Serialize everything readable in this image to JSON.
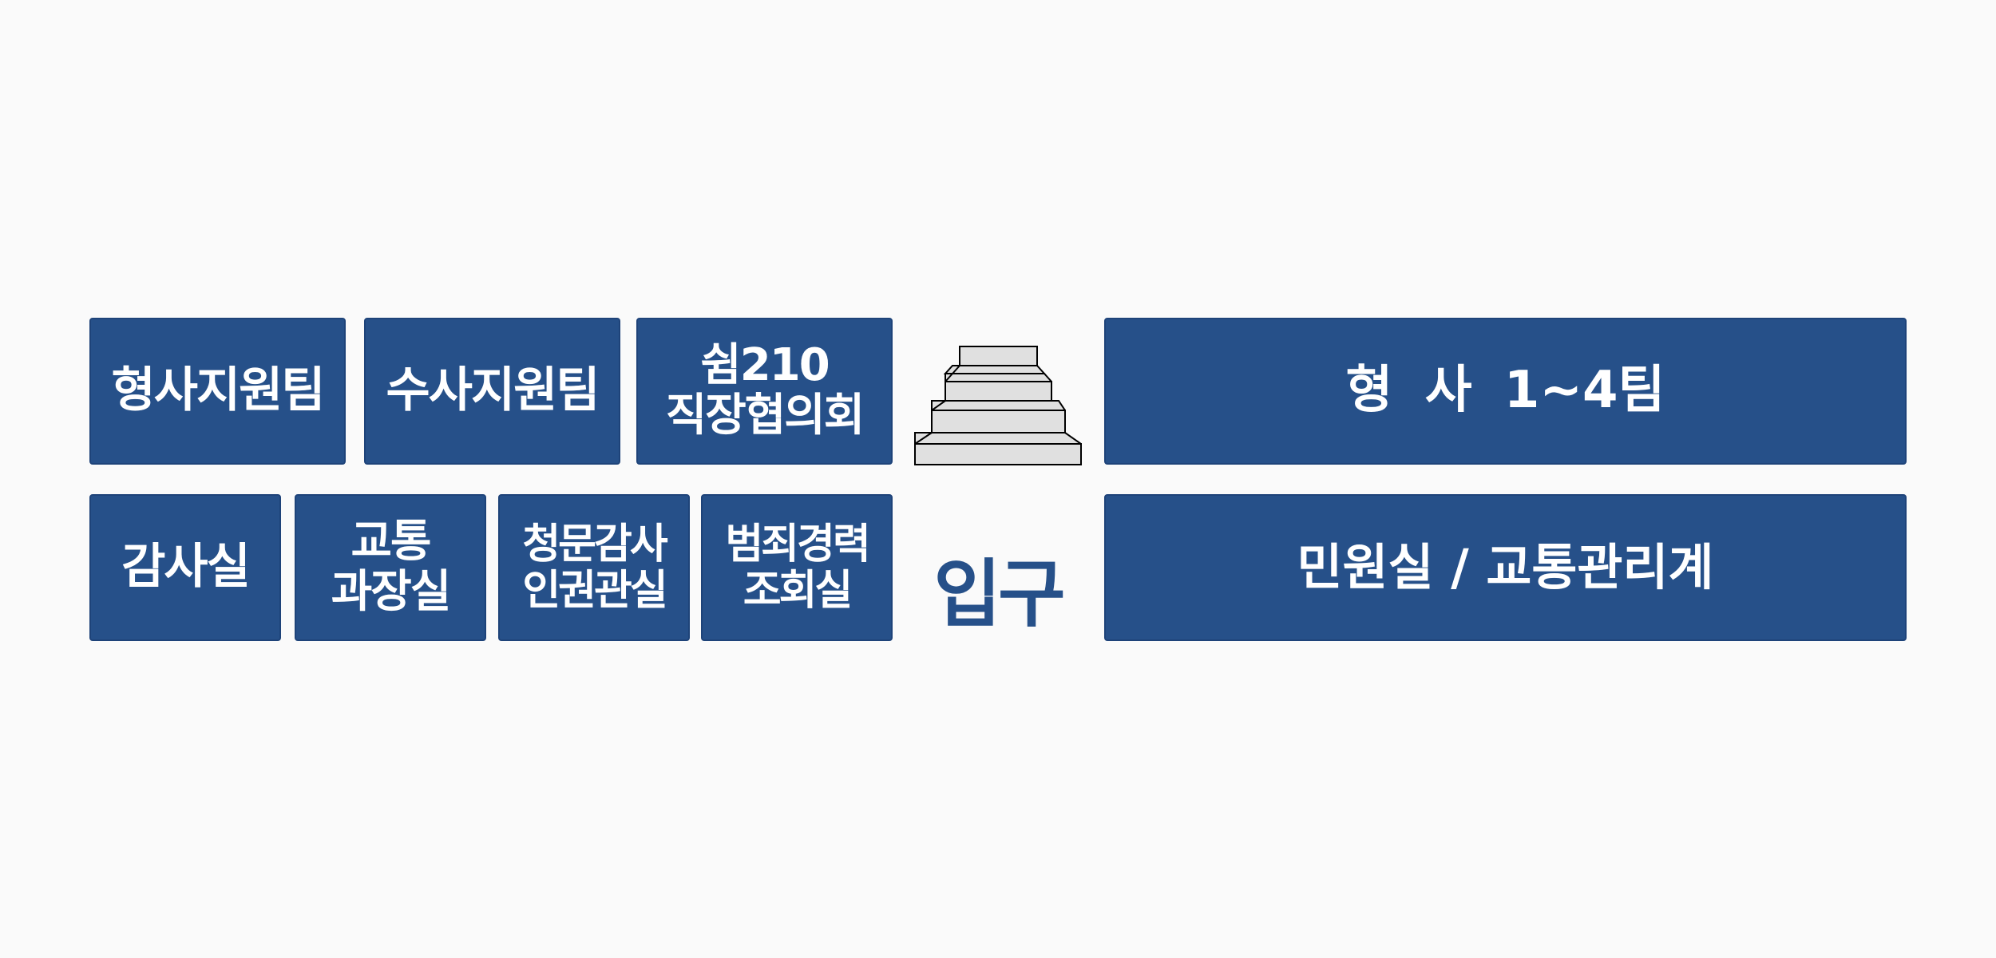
{
  "rooms": {
    "top_row": [
      {
        "lines": [
          "형사지원팀"
        ]
      },
      {
        "lines": [
          "수사지원팀"
        ]
      },
      {
        "lines": [
          "쉼210",
          "직장협의회"
        ]
      },
      {
        "lines": [
          "형 사 1~4팀"
        ]
      }
    ],
    "bottom_row": [
      {
        "lines": [
          "감사실"
        ]
      },
      {
        "lines": [
          "교통",
          "과장실"
        ]
      },
      {
        "lines": [
          "청문감사",
          "인권관실"
        ]
      },
      {
        "lines": [
          "범죄경력",
          "조회실"
        ]
      },
      {
        "lines": [
          "민원실 / 교통관리계"
        ]
      }
    ]
  },
  "entrance": {
    "label": "입구",
    "icon": "stairs-icon"
  },
  "colors": {
    "room_fill": "#265089",
    "room_text": "#ffffff",
    "entrance_text": "#265089",
    "stairs_fill": "#e0e0e0",
    "background": "#fafafa"
  }
}
